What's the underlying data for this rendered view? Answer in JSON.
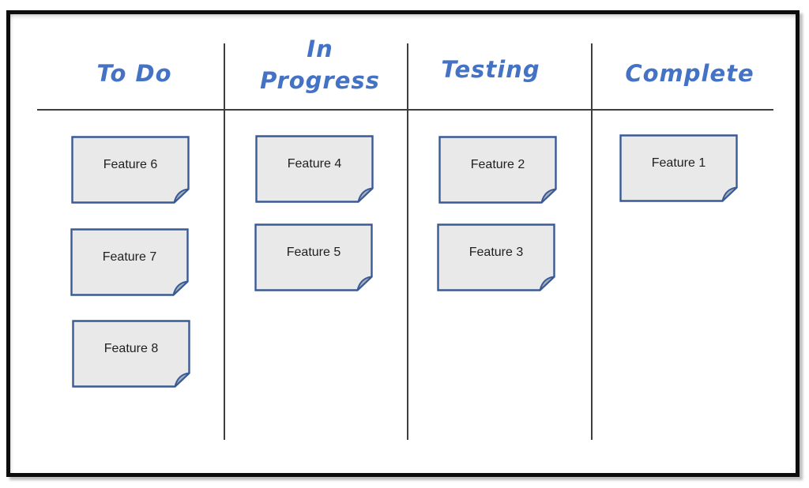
{
  "board": {
    "columns": [
      {
        "label": "To Do",
        "lines": [
          "To Do"
        ],
        "cards": [
          "Feature 6",
          "Feature 7",
          "Feature 8"
        ]
      },
      {
        "label": "In Progress",
        "lines": [
          "In",
          "Progress"
        ],
        "cards": [
          "Feature 4",
          "Feature 5"
        ]
      },
      {
        "label": "Testing",
        "lines": [
          "Testing"
        ],
        "cards": [
          "Feature 2",
          "Feature 3"
        ]
      },
      {
        "label": "Complete",
        "lines": [
          "Complete"
        ],
        "cards": [
          "Feature 1"
        ]
      }
    ]
  },
  "colors": {
    "header_text": "#4472c4",
    "card_fill": "#e9e9e9",
    "card_border": "#3a5a96",
    "card_fold": "#a9b1bc",
    "card_text": "#1f1f1f",
    "frame_border": "#0d0d0d",
    "frame_shadow": "#bdbdbd",
    "divider": "#3e3e3e",
    "background": "#ffffff"
  }
}
